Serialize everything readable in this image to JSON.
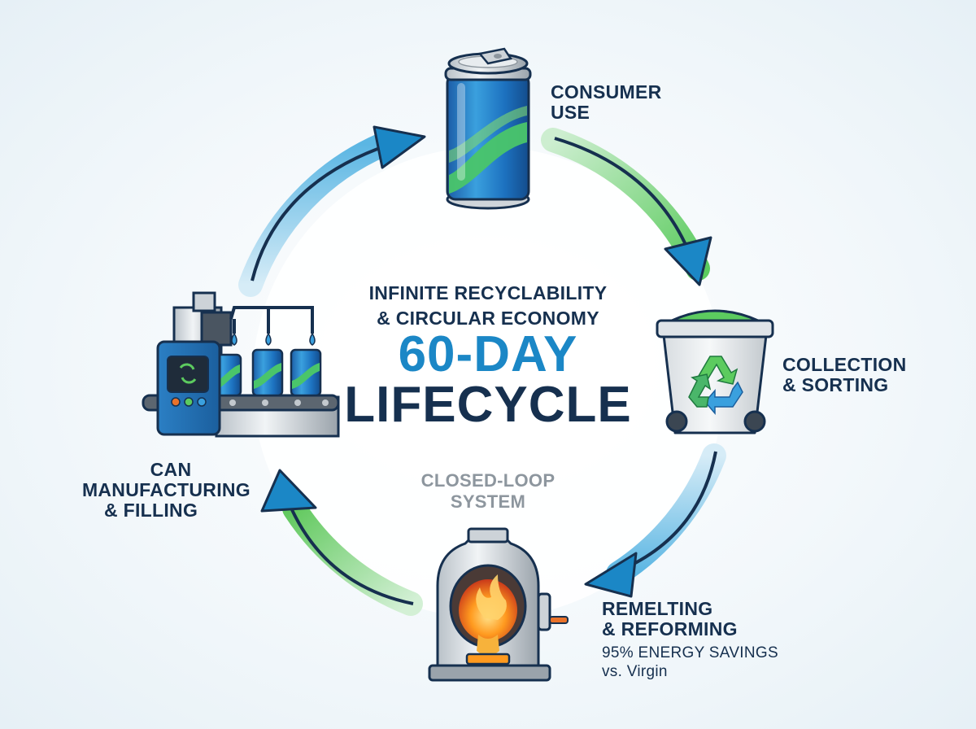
{
  "center": {
    "subtitle_line1": "INFINITE RECYCLABILITY",
    "subtitle_line2": "& CIRCULAR ECONOMY",
    "title_line1": "60-DAY",
    "title_line2": "LIFECYCLE",
    "caption_line1": "CLOSED-LOOP",
    "caption_line2": "SYSTEM"
  },
  "stages": {
    "consumer_use": {
      "line1": "CONSUMER",
      "line2": "USE"
    },
    "collection": {
      "line1": "COLLECTION",
      "line2": "& SORTING"
    },
    "remelting": {
      "line1": "REMELTING",
      "line2": "& REFORMING",
      "note_line1": "95% ENERGY SAVINGS",
      "note_line2": "vs. Virgin"
    },
    "manufacturing": {
      "line1": "CAN",
      "line2": "MANUFACTURING",
      "line3": "& FILLING"
    }
  },
  "icons": {
    "consumer_use": "aluminum-can-icon",
    "collection": "recycling-bin-icon",
    "remelting": "furnace-icon",
    "manufacturing": "filling-machine-icon",
    "recycle_symbol": "recycle-symbol-icon"
  },
  "colors": {
    "navy": "#16304f",
    "blue": "#1b87c6",
    "green": "#5ccb5f",
    "light_blue": "#8fd0ee",
    "gray": "#8d969e"
  }
}
